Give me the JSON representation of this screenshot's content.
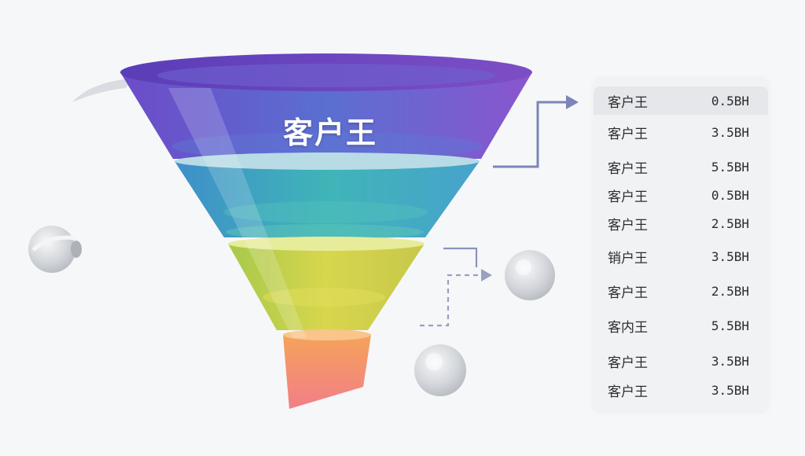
{
  "funnel": {
    "title": "客户王",
    "colors": [
      "#6a4fc8",
      "#3aa9b8",
      "#cfd34a",
      "#f08a6a"
    ]
  },
  "panel": {
    "rows": [
      {
        "label": "客户王",
        "value": "0.5BH"
      },
      {
        "label": "客户王",
        "value": "3.5BH"
      },
      {
        "label": "客户王",
        "value": "5.5BH"
      },
      {
        "label": "客户王",
        "value": "0.5BH"
      },
      {
        "label": "客户王",
        "value": "2.5BH"
      },
      {
        "label": "销户王",
        "value": "3.5BH"
      },
      {
        "label": "客户王",
        "value": "2.5BH"
      },
      {
        "label": "客内王",
        "value": "5.5BH"
      },
      {
        "label": "客户王",
        "value": "3.5BH"
      },
      {
        "label": "客户王",
        "value": "3.5BH"
      }
    ]
  }
}
